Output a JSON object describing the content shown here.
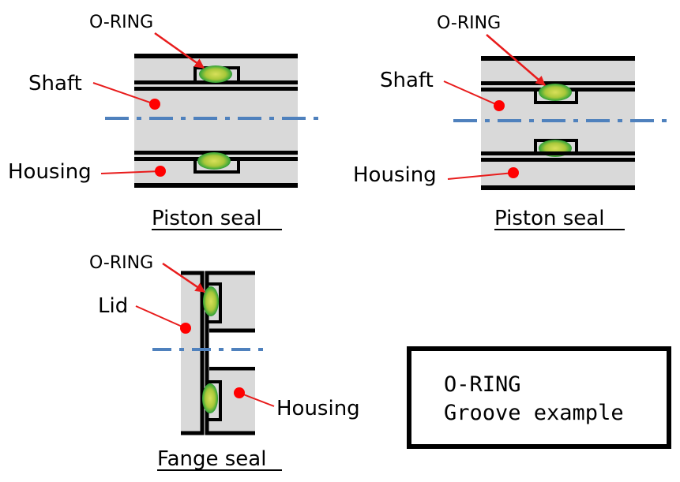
{
  "diagrams": [
    {
      "id": "piston-seal-1",
      "caption": "Piston seal",
      "labels": {
        "oring": "O-RING",
        "part_a": "Shaft",
        "part_b": "Housing"
      }
    },
    {
      "id": "piston-seal-2",
      "caption": "Piston seal",
      "labels": {
        "oring": "O-RING",
        "part_a": "Shaft",
        "part_b": "Housing"
      }
    },
    {
      "id": "flange-seal",
      "caption": "Fange seal",
      "labels": {
        "oring": "O-RING",
        "part_a": "Lid",
        "part_b": "Housing"
      }
    }
  ],
  "title_box": {
    "line1": "O-RING",
    "line2": "Groove example"
  },
  "colors": {
    "part_fill": "#d9d9d9",
    "outline": "#000000",
    "leader": "#e81c1c",
    "centerline": "#4f81bd",
    "oring_outer": "#2e9e2e",
    "oring_inner": "#c8d84a"
  }
}
